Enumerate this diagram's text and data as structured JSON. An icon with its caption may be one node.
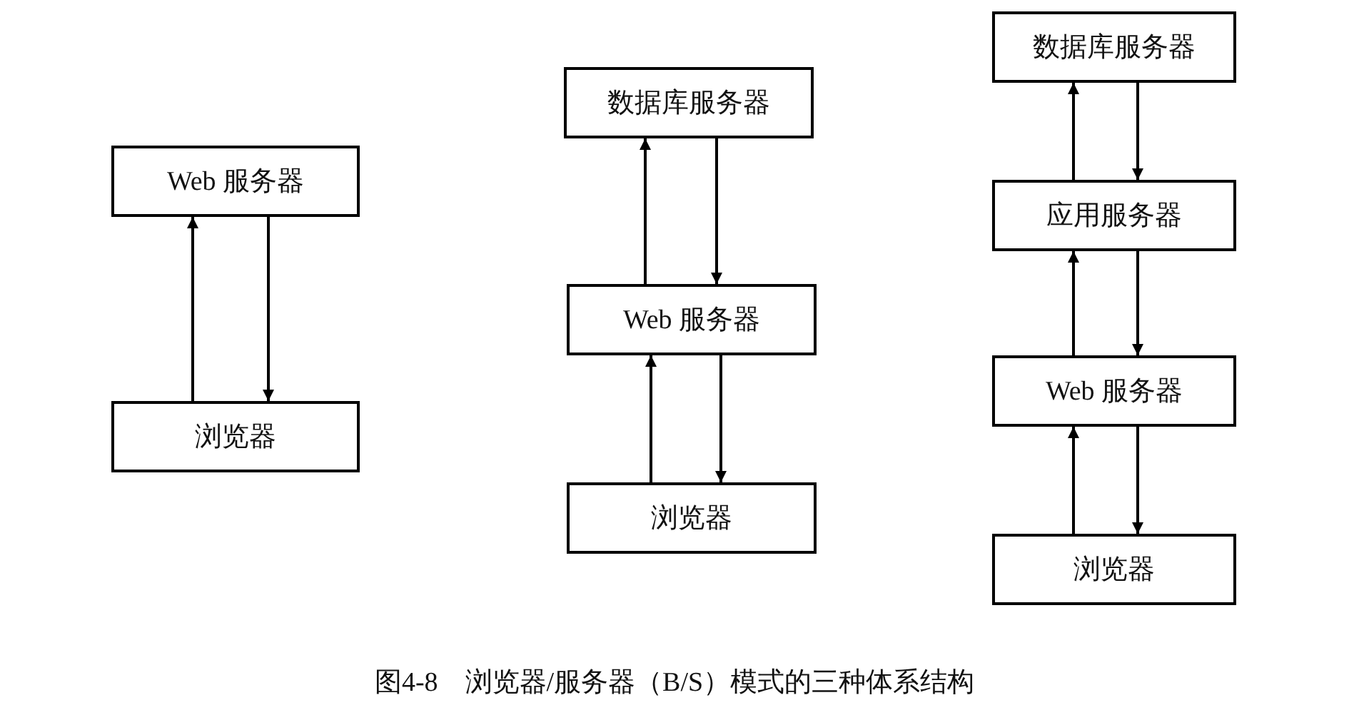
{
  "diagram": {
    "caption": "图4-8　浏览器/服务器（B/S）模式的三种体系结构",
    "nodes": [
      {
        "text": [
          "Web 服务器"
        ]
      },
      {
        "text": [
          "浏览器"
        ]
      },
      {
        "text": [
          "数据库服务器"
        ]
      },
      {
        "text": [
          "Web 服务器"
        ]
      },
      {
        "text": [
          "浏览器"
        ]
      },
      {
        "text": [
          "数据库服务器"
        ]
      },
      {
        "text": [
          "应用服务器"
        ]
      },
      {
        "text": [
          "Web 服务器"
        ]
      },
      {
        "text": [
          "浏览器"
        ]
      }
    ],
    "edges": [
      {
        "from": 1,
        "to": 0,
        "arrow": "to"
      },
      {
        "from": 0,
        "to": 1,
        "arrow": "to"
      },
      {
        "from": 3,
        "to": 2,
        "arrow": "to"
      },
      {
        "from": 2,
        "to": 3,
        "arrow": "to"
      },
      {
        "from": 4,
        "to": 3,
        "arrow": "to"
      },
      {
        "from": 3,
        "to": 4,
        "arrow": "to"
      },
      {
        "from": 6,
        "to": 5,
        "arrow": "to"
      },
      {
        "from": 5,
        "to": 6,
        "arrow": "to"
      },
      {
        "from": 7,
        "to": 6,
        "arrow": "to"
      },
      {
        "from": 6,
        "to": 7,
        "arrow": "to"
      },
      {
        "from": 8,
        "to": 7,
        "arrow": "to"
      },
      {
        "from": 7,
        "to": 8,
        "arrow": "to"
      }
    ]
  }
}
